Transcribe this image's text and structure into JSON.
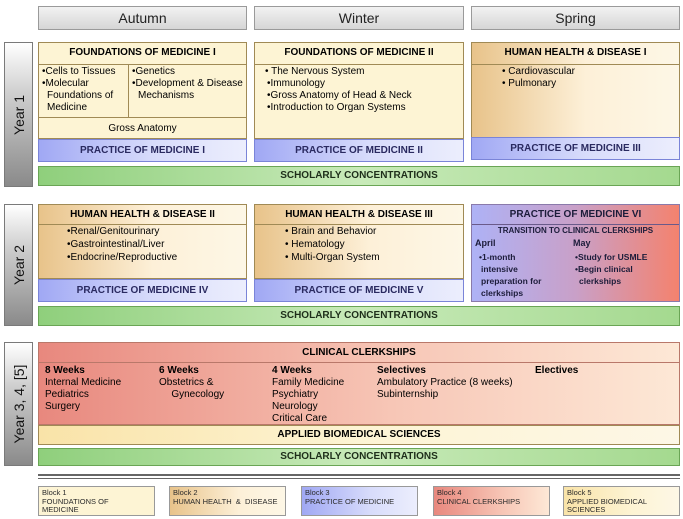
{
  "seasons": [
    "Autumn",
    "Winter",
    "Spring"
  ],
  "years": {
    "y1": "Year 1",
    "y2": "Year 2",
    "y34": "Year 3, 4, [5]"
  },
  "y1": {
    "autumn": {
      "title": "FOUNDATIONS OF MEDICINE I",
      "left": [
        "•Cells to Tissues",
        "•Molecular",
        "Foundations of",
        "Medicine"
      ],
      "right": [
        "•Genetics",
        "•Development & Disease",
        "Mechanisms"
      ],
      "bottom": "Gross Anatomy",
      "pom": "PRACTICE OF MEDICINE I"
    },
    "winter": {
      "title": "FOUNDATIONS OF MEDICINE II",
      "items": [
        "• The Nervous System",
        "•Immunology",
        "•Gross Anatomy of Head & Neck",
        "•Introduction to Organ Systems"
      ],
      "pom": "PRACTICE OF MEDICINE II"
    },
    "spring": {
      "title": "HUMAN HEALTH & DISEASE I",
      "items": [
        "• Cardiovascular",
        "• Pulmonary"
      ],
      "pom": "PRACTICE OF MEDICINE III"
    },
    "scholarly": "SCHOLARLY CONCENTRATIONS"
  },
  "y2": {
    "autumn": {
      "title": "HUMAN HEALTH & DISEASE  II",
      "items": [
        "•Renal/Genitourinary",
        "•Gastrointestinal/Liver",
        "•Endocrine/Reproductive"
      ],
      "pom": "PRACTICE OF MEDICINE IV"
    },
    "winter": {
      "title": "HUMAN HEALTH & DISEASE III",
      "items": [
        "• Brain and Behavior",
        "• Hematology",
        "• Multi-Organ  System"
      ],
      "pom": "PRACTICE OF MEDICINE V"
    },
    "spring": {
      "title": "PRACTICE OF MEDICINE VI",
      "subtitle": "TRANSITION TO CLINICAL CLERKSHIPS",
      "april": "April",
      "april_items": [
        "•1-month",
        "intensive",
        "preparation for",
        "clerkships"
      ],
      "may": "May",
      "may_items": [
        "•Study for USMLE",
        "•Begin clinical",
        "clerkships"
      ]
    },
    "scholarly": "SCHOLARLY CONCENTRATIONS"
  },
  "y34": {
    "title": "CLINICAL CLERKSHIPS",
    "cols": [
      {
        "head": "8 Weeks",
        "items": [
          "Internal Medicine",
          "Pediatrics",
          "Surgery"
        ]
      },
      {
        "head": "6 Weeks",
        "items": [
          "Obstetrics &",
          "   Gynecology"
        ]
      },
      {
        "head": "4 Weeks",
        "items": [
          "Family Medicine",
          "Psychiatry",
          "Neurology",
          "Critical Care"
        ]
      },
      {
        "head": "Selectives",
        "items": [
          "Ambulatory  Practice (8 weeks)",
          "Subinternship"
        ]
      },
      {
        "head": "Electives",
        "items": []
      }
    ],
    "applied": "APPLIED BIOMEDICAL SCIENCES",
    "scholarly": "SCHOLARLY CONCENTRATIONS"
  },
  "legend": [
    {
      "block": "Block 1",
      "label": [
        "FOUNDATIONS OF",
        "MEDICINE"
      ]
    },
    {
      "block": "Block 2",
      "label": [
        "HUMAN HEALTH  &  DISEASE"
      ]
    },
    {
      "block": "Block 3",
      "label": [
        "PRACTICE OF MEDICINE"
      ]
    },
    {
      "block": "Block 4",
      "label": [
        "CLINICAL CLERKSHIPS"
      ]
    },
    {
      "block": "Block 5",
      "label": [
        "APPLIED BIOMEDICAL",
        "SCIENCES"
      ]
    }
  ],
  "colors": {
    "foundations": "#fdf4d4",
    "hhd": "#e8c38a",
    "pom": "#a0a8f4",
    "clerkships": "#e8887e",
    "scholarly": "#8fcf7c"
  }
}
